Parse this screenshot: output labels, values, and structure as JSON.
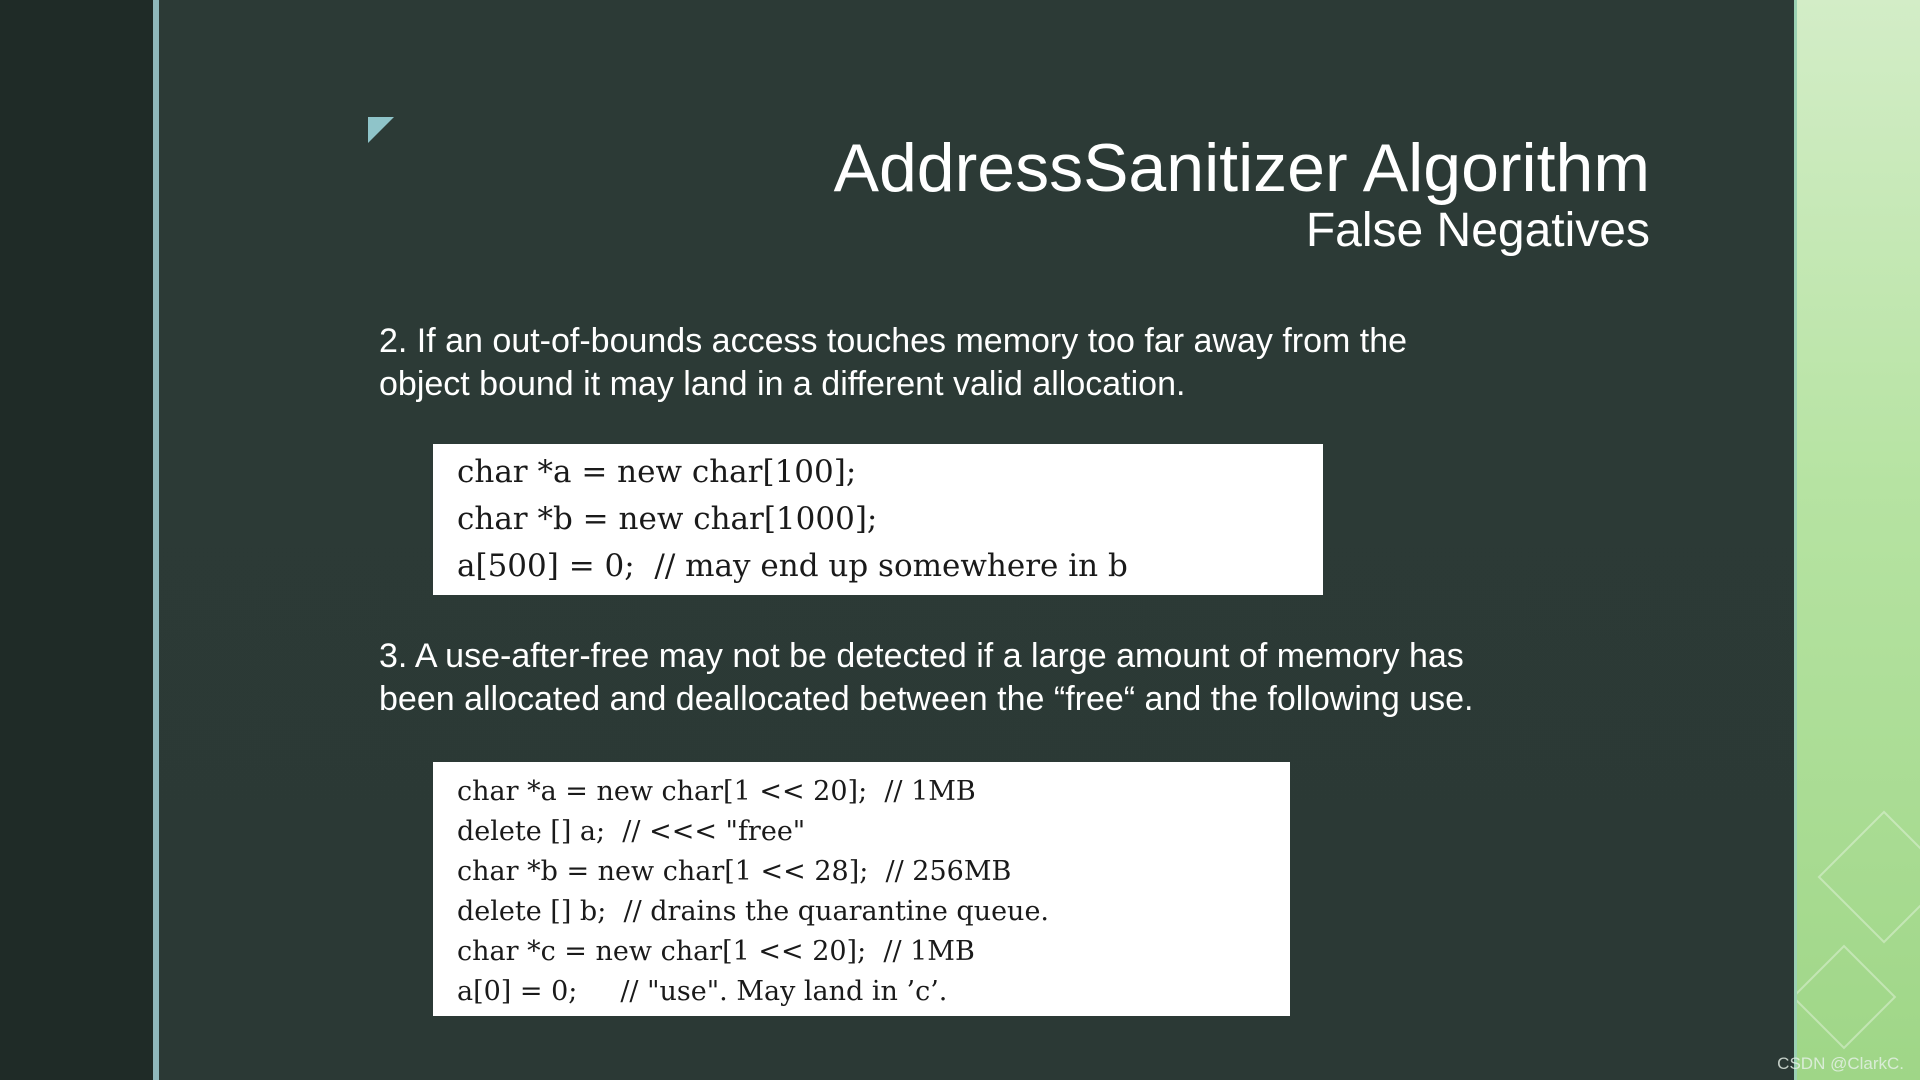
{
  "slide": {
    "title": "AddressSanitizer Algorithm",
    "subtitle": "False Negatives"
  },
  "point2": {
    "lines": [
      "2. If an out-of-bounds access touches memory too far away from the",
      "object bound it may land in a different valid allocation."
    ]
  },
  "code1": {
    "lines": [
      "char *a = new char[100];",
      "char *b = new char[1000];",
      "a[500] = 0;  // may end up somewhere in b"
    ]
  },
  "point3": {
    "lines": [
      "3. A use-after-free may not be detected if a large amount of memory has",
      "been allocated and deallocated between the “free“ and the following use."
    ]
  },
  "code2": {
    "lines": [
      "char *a = new char[1 << 20];  // 1MB",
      "delete [] a;  // <<< \"free\"",
      "char *b = new char[1 << 28];  // 256MB",
      "delete [] b;  // drains the quarantine queue.",
      "char *c = new char[1 << 20];  // 1MB",
      "a[0] = 0;     // \"use\". May land in ’c’."
    ]
  },
  "watermark": "CSDN @ClarkC.",
  "colors": {
    "background": "#2c3a36",
    "left_strip": "#1f2b27",
    "accent_rule": "#8fb8bb",
    "corner_mark": "#8fc4c9",
    "right_strip": "#b6e3a2",
    "text": "#ffffff",
    "code_background": "#ffffff"
  }
}
